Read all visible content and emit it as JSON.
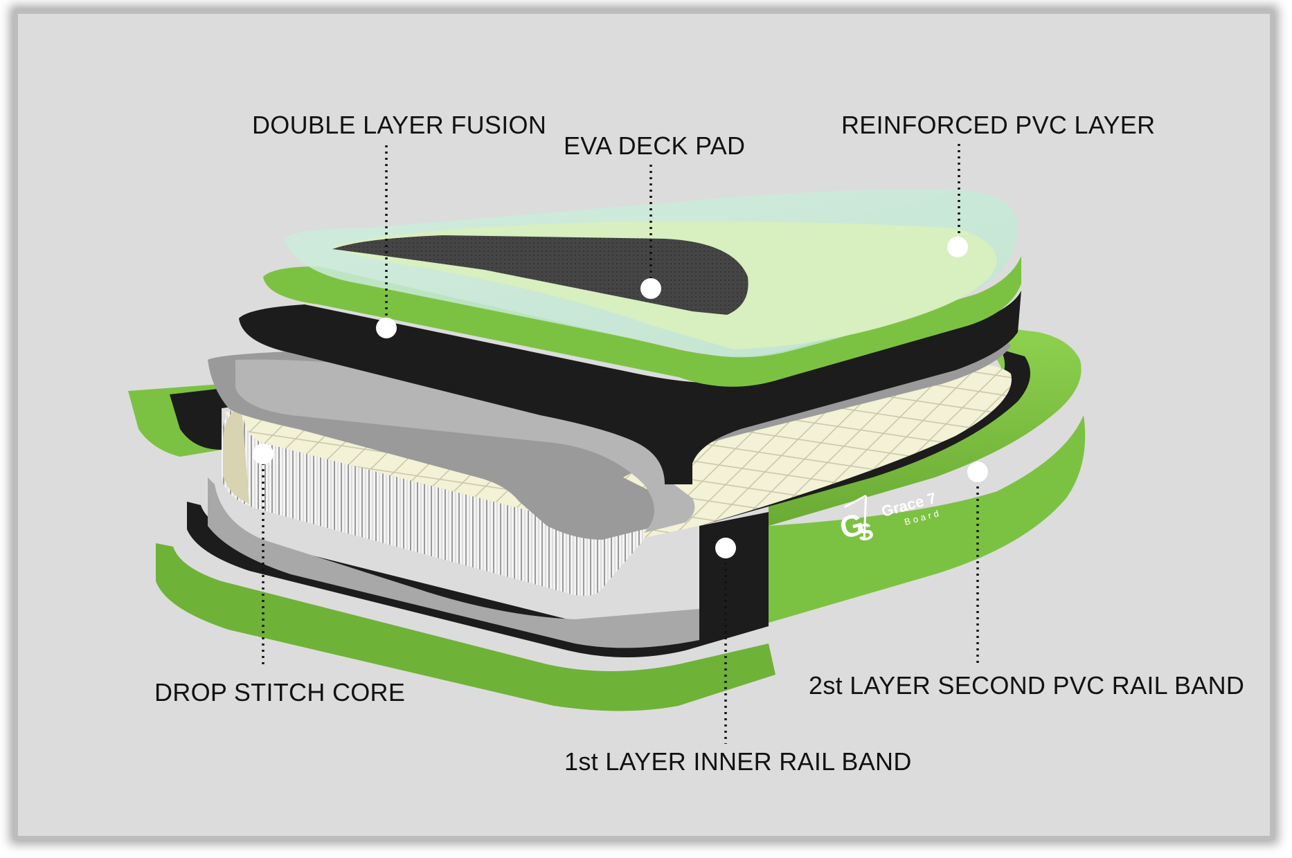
{
  "labels": {
    "double_layer_fusion": "DOUBLE LAYER FUSION",
    "eva_deck_pad": "EVA DECK PAD",
    "reinforced_pvc_layer": "REINFORCED PVC LAYER",
    "drop_stitch_core": "DROP STITCH CORE",
    "second_rail_band": "2st LAYER SECOND PVC RAIL BAND",
    "first_rail_band": "1st LAYER INNER RAIL BAND"
  },
  "logo": {
    "name": "Grace 7",
    "sub": "Board",
    "icon": "gs-monogram-icon"
  },
  "colors": {
    "background": "#dcdcdc",
    "green": "#7cc242",
    "dark_green": "#4f8a2a",
    "black_layer": "#1c1c1c",
    "grey_layer": "#9a9a9a",
    "core": "#f3f1d6",
    "deck_pad": "#3e3e3e",
    "clear_pvc": "#d6ecd6"
  }
}
